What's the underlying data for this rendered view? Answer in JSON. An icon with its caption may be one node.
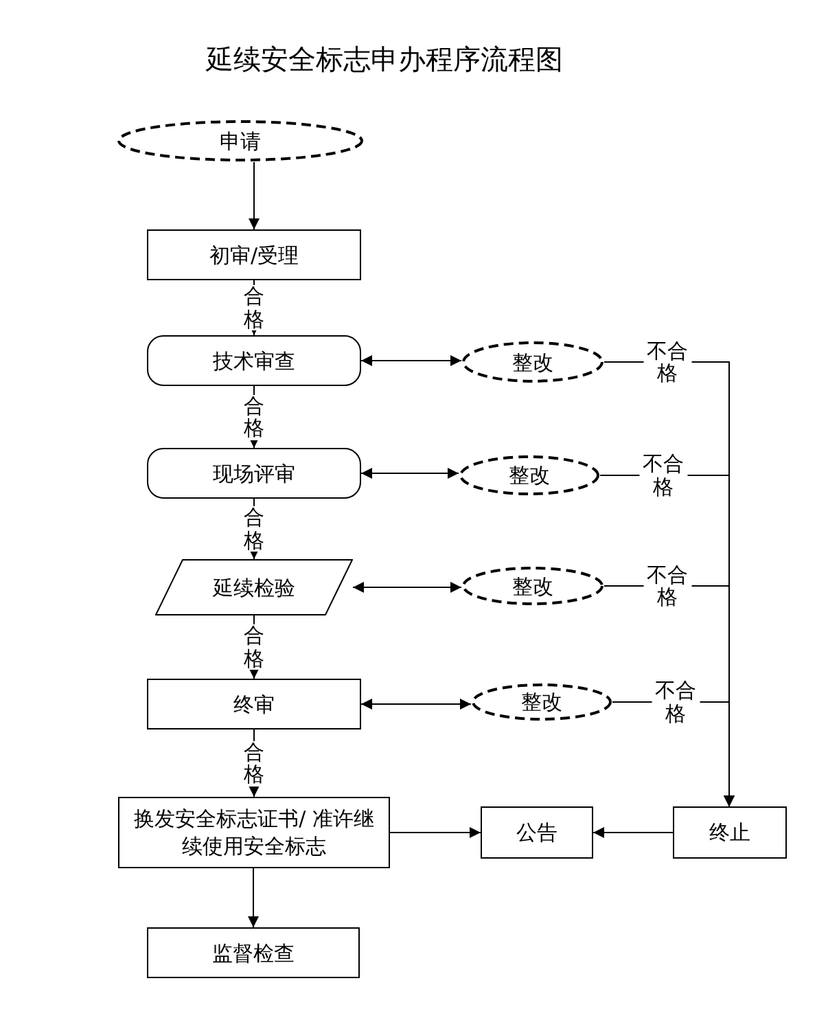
{
  "diagram": {
    "title": "延续安全标志申办程序流程图",
    "nodes": [
      {
        "text": [
          "申请"
        ]
      },
      {
        "text": [
          "初审/受理"
        ]
      },
      {
        "text": [
          "技术审查"
        ]
      },
      {
        "text": [
          "整改"
        ]
      },
      {
        "text": [
          "现场评审"
        ]
      },
      {
        "text": [
          "整改"
        ]
      },
      {
        "text": [
          "延续检验"
        ]
      },
      {
        "text": [
          "整改"
        ]
      },
      {
        "text": [
          "终审"
        ]
      },
      {
        "text": [
          "整改"
        ]
      },
      {
        "text": [
          "换发安全标志证书/ 准许继续使用安全标志"
        ]
      },
      {
        "text": [
          "公告"
        ]
      },
      {
        "text": [
          "终止"
        ]
      },
      {
        "text": [
          "监督检查"
        ]
      }
    ],
    "edges": [
      {
        "from": 0,
        "to": 1,
        "arrow": "to"
      },
      {
        "from": 1,
        "to": 2,
        "arrow": "to",
        "label": "合格"
      },
      {
        "from": 2,
        "to": 3,
        "arrow": "both"
      },
      {
        "from": 3,
        "to": 12,
        "arrow": "to",
        "label": "不合格"
      },
      {
        "from": 2,
        "to": 4,
        "arrow": "to",
        "label": "合格"
      },
      {
        "from": 4,
        "to": 5,
        "arrow": "both"
      },
      {
        "from": 5,
        "to": 12,
        "arrow": "to",
        "label": "不合格"
      },
      {
        "from": 4,
        "to": 6,
        "arrow": "to",
        "label": "合格"
      },
      {
        "from": 6,
        "to": 7,
        "arrow": "both"
      },
      {
        "from": 7,
        "to": 12,
        "arrow": "to",
        "label": "不合格"
      },
      {
        "from": 6,
        "to": 8,
        "arrow": "to",
        "label": "合格"
      },
      {
        "from": 8,
        "to": 9,
        "arrow": "both"
      },
      {
        "from": 9,
        "to": 12,
        "arrow": "to",
        "label": "不合格"
      },
      {
        "from": 8,
        "to": 10,
        "arrow": "to",
        "label": "合格"
      },
      {
        "from": 10,
        "to": 11,
        "arrow": "to"
      },
      {
        "from": 12,
        "to": 11,
        "arrow": "to"
      },
      {
        "from": 10,
        "to": 13,
        "arrow": "to"
      }
    ]
  }
}
